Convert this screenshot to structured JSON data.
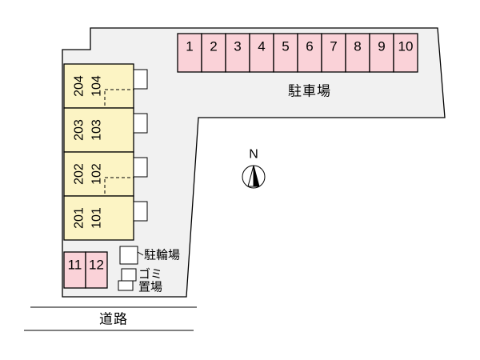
{
  "plan": {
    "parking": {
      "label": "駐車場",
      "spaces": [
        "1",
        "2",
        "3",
        "4",
        "5",
        "6",
        "7",
        "8",
        "9",
        "10"
      ]
    },
    "building": {
      "units": [
        {
          "second_floor": "204",
          "first_floor": "104"
        },
        {
          "second_floor": "203",
          "first_floor": "103"
        },
        {
          "second_floor": "202",
          "first_floor": "102"
        },
        {
          "second_floor": "201",
          "first_floor": "101"
        }
      ]
    },
    "south_spaces": [
      "11",
      "12"
    ],
    "bicycle_parking_label": "駐輪場",
    "garbage": {
      "line1": "ゴミ",
      "line2": "置場"
    },
    "compass_label": "N",
    "road_label": "道路",
    "colors": {
      "site_fill": "#f1f1f1",
      "parking_fill": "#fad2d8",
      "building_fill": "#fcf4c4",
      "white": "#ffffff",
      "black": "#000000"
    }
  }
}
